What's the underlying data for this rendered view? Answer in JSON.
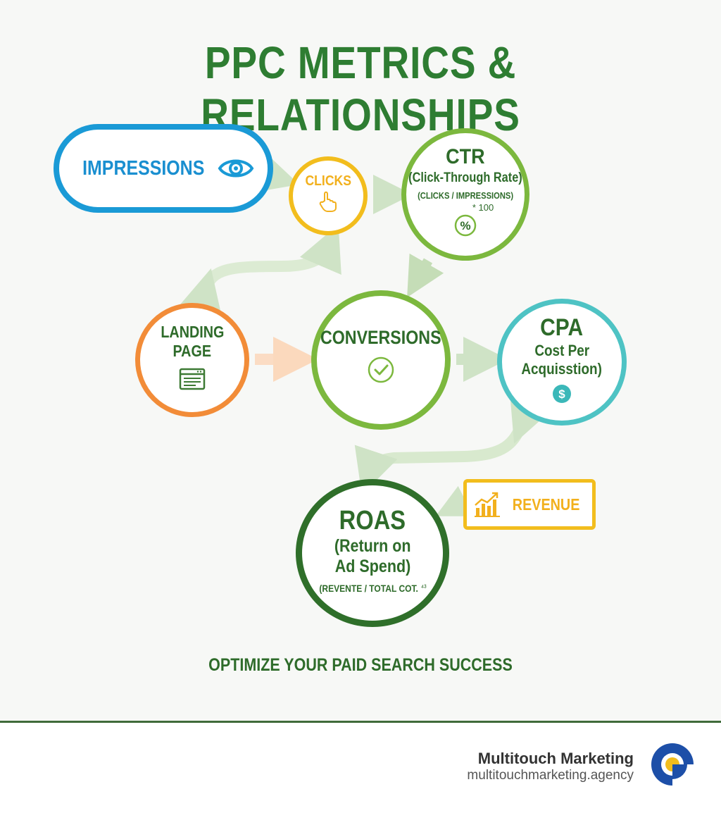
{
  "title": "PPC METRICS & RELATIONSHIPS",
  "nodes": {
    "impressions": {
      "label": "IMPRESSIONS",
      "icon": "eye-icon"
    },
    "clicks": {
      "label": "CLICKS",
      "icon": "pointer-hand-icon"
    },
    "ctr": {
      "label": "CTR",
      "subtitle": "(Click-Through Rate)",
      "formula": "(CLICKS / IMPRESSIONS)",
      "formula_suffix": "* 100",
      "icon": "percent-icon"
    },
    "landing_page": {
      "label_line1": "LANDING",
      "label_line2": "PAGE",
      "icon": "webpage-icon"
    },
    "conversions": {
      "label": "CONVERSIONS",
      "icon": "checkmark-icon"
    },
    "cpa": {
      "label": "CPA",
      "subtitle_line1": "Cost Per",
      "subtitle_line2": "Acquisstion)",
      "icon": "dollar-icon"
    },
    "roas": {
      "label": "ROAS",
      "subtitle_line1": "(Return on",
      "subtitle_line2": "Ad Spend)",
      "formula": "(REVENTE / TOTAL COT.",
      "formula_tail": "⁴³"
    },
    "revenue": {
      "label": "REVENUE",
      "icon": "growth-chart-icon"
    }
  },
  "tagline": "OPTIMIZE YOUR PAID SEARCH SUCCESS",
  "footer": {
    "brand_name": "Multitouch Marketing",
    "brand_url": "multitouchmarketing.agency"
  },
  "colors": {
    "title_green": "#2e7d32",
    "impressions_blue": "#1a9ad6",
    "clicks_yellow": "#f2bd1d",
    "ctr_green": "#7cb83e",
    "landing_orange": "#f28c38",
    "conversions_green": "#7cb83e",
    "cpa_teal": "#4ec3c4",
    "roas_darkgreen": "#2f6f2a",
    "revenue_yellow": "#f2bd1d",
    "text_green": "#2e6b2a"
  }
}
